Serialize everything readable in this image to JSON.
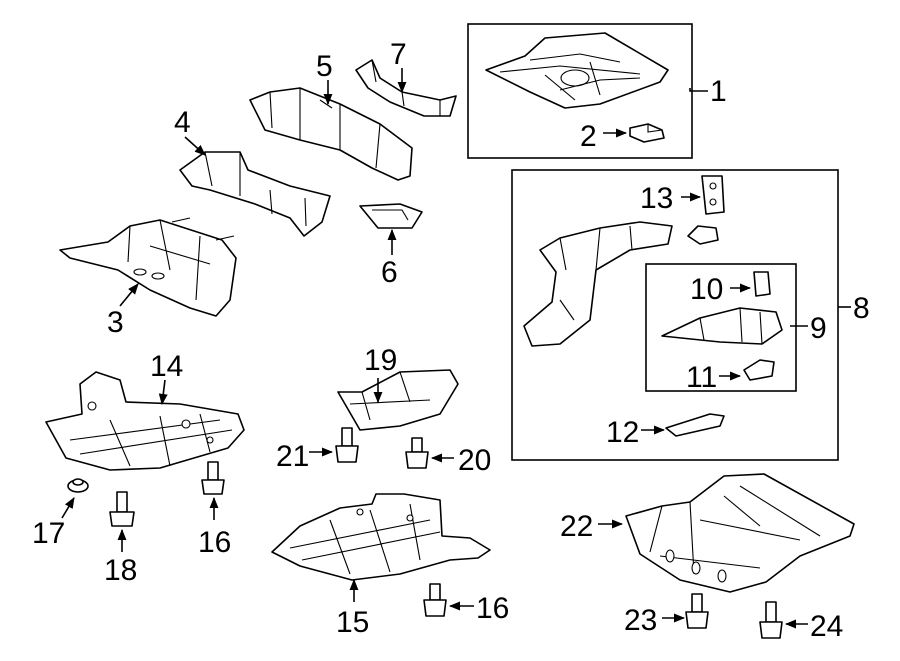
{
  "callouts": {
    "c1": "1",
    "c2": "2",
    "c3": "3",
    "c4": "4",
    "c5": "5",
    "c6": "6",
    "c7": "7",
    "c8": "8",
    "c9": "9",
    "c10": "10",
    "c11": "11",
    "c12": "12",
    "c13": "13",
    "c14": "14",
    "c15": "15",
    "c16a": "16",
    "c16b": "16",
    "c17": "17",
    "c18": "18",
    "c19": "19",
    "c20": "20",
    "c21": "21",
    "c22": "22",
    "c23": "23",
    "c24": "24"
  }
}
